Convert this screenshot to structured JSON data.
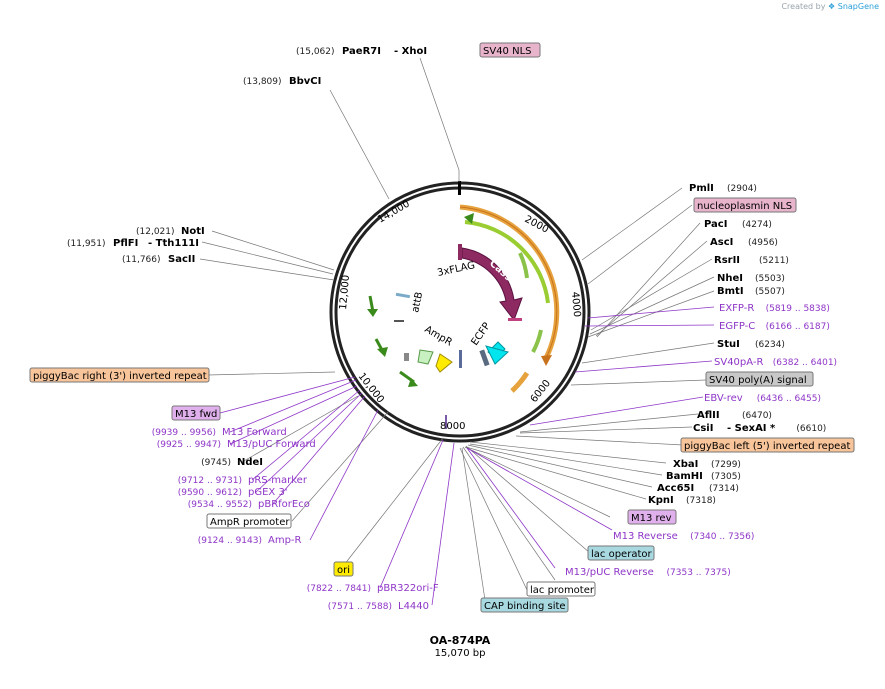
{
  "credit": {
    "prefix": "Created by",
    "brand": "SnapGene"
  },
  "plasmid": {
    "name": "OA-874PA",
    "length": "15,070 bp"
  },
  "ticks": [
    "2000",
    "4000",
    "6000",
    "8000",
    "10,000",
    "12,000",
    "14,000"
  ],
  "inner_labels": {
    "cas9": "Cas9",
    "flag": "3xFLAG",
    "ecfp": "ECFP",
    "ampr": "AmpR",
    "attb": "attB"
  },
  "sites_top": [
    {
      "pos": "(15,062)",
      "name": "PaeR7I",
      "extra": "- XhoI"
    },
    {
      "pos": "(13,809)",
      "name": "BbvCI",
      "extra": ""
    }
  ],
  "sites_left": [
    {
      "pos": "(12,021)",
      "name": "NotI",
      "extra": ""
    },
    {
      "pos": "(11,951)",
      "name": "PflFI",
      "extra": "- Tth111I"
    },
    {
      "pos": "(11,766)",
      "name": "SacII",
      "extra": ""
    }
  ],
  "features": {
    "sv40nls": "SV40 NLS",
    "nucleoplasmin": "nucleoplasmin NLS",
    "sv40polya": "SV40 poly(A) signal",
    "pb_left": "piggyBac left (5') inverted repeat",
    "pb_right": "piggyBac right (3') inverted repeat",
    "m13fwd": "M13 fwd",
    "ampr_promoter": "AmpR promoter",
    "m13rev": "M13 rev",
    "lac_operator": "lac operator",
    "lac_promoter": "lac promoter",
    "cap": "CAP binding site",
    "ori": "ori"
  },
  "right_list": [
    {
      "name": "PmlI",
      "pos": "(2904)",
      "kind": "enzyme"
    },
    {
      "name": "PacI",
      "pos": "(4274)",
      "kind": "enzyme"
    },
    {
      "name": "AscI",
      "pos": "(4956)",
      "kind": "enzyme"
    },
    {
      "name": "RsrII",
      "pos": "(5211)",
      "kind": "enzyme"
    },
    {
      "name": "NheI",
      "pos": "(5503)",
      "kind": "enzyme"
    },
    {
      "name": "BmtI",
      "pos": "(5507)",
      "kind": "enzyme"
    },
    {
      "name": "EXFP-R",
      "pos": "(5819 .. 5838)",
      "kind": "primer"
    },
    {
      "name": "EGFP-C",
      "pos": "(6166 .. 6187)",
      "kind": "primer"
    },
    {
      "name": "StuI",
      "pos": "(6234)",
      "kind": "enzyme"
    },
    {
      "name": "SV40pA-R",
      "pos": "(6382 .. 6401)",
      "kind": "primer"
    },
    {
      "name": "EBV-rev",
      "pos": "(6436 .. 6455)",
      "kind": "primer"
    },
    {
      "name": "AflII",
      "pos": "(6470)",
      "kind": "enzyme"
    },
    {
      "name": "CsiI",
      "extra": "- SexAI *",
      "pos": "(6610)",
      "kind": "enzyme"
    },
    {
      "name": "XbaI",
      "pos": "(7299)",
      "kind": "enzyme"
    },
    {
      "name": "BamHI",
      "pos": "(7305)",
      "kind": "enzyme"
    },
    {
      "name": "Acc65I",
      "pos": "(7314)",
      "kind": "enzyme"
    },
    {
      "name": "KpnI",
      "pos": "(7318)",
      "kind": "enzyme"
    },
    {
      "name": "M13 Reverse",
      "pos": "(7340 .. 7356)",
      "kind": "primer"
    },
    {
      "name": "M13/pUC Reverse",
      "pos": "(7353 .. 7375)",
      "kind": "primer"
    }
  ],
  "left_list": [
    {
      "name": "M13 Forward",
      "pos": "(9939 .. 9956)",
      "kind": "primer"
    },
    {
      "name": "M13/pUC Forward",
      "pos": "(9925 .. 9947)",
      "kind": "primer"
    },
    {
      "name": "NdeI",
      "pos": "(9745)",
      "kind": "enzyme"
    },
    {
      "name": "pRS-marker",
      "pos": "(9712 .. 9731)",
      "kind": "primer"
    },
    {
      "name": "pGEX 3'",
      "pos": "(9590 .. 9612)",
      "kind": "primer"
    },
    {
      "name": "pBRforEco",
      "pos": "(9534 .. 9552)",
      "kind": "primer"
    },
    {
      "name": "Amp-R",
      "pos": "(9124 .. 9143)",
      "kind": "primer"
    },
    {
      "name": "pBR322ori-F",
      "pos": "(7822 .. 7841)",
      "kind": "primer"
    },
    {
      "name": "L4440",
      "pos": "(7571 .. 7588)",
      "kind": "primer"
    }
  ]
}
